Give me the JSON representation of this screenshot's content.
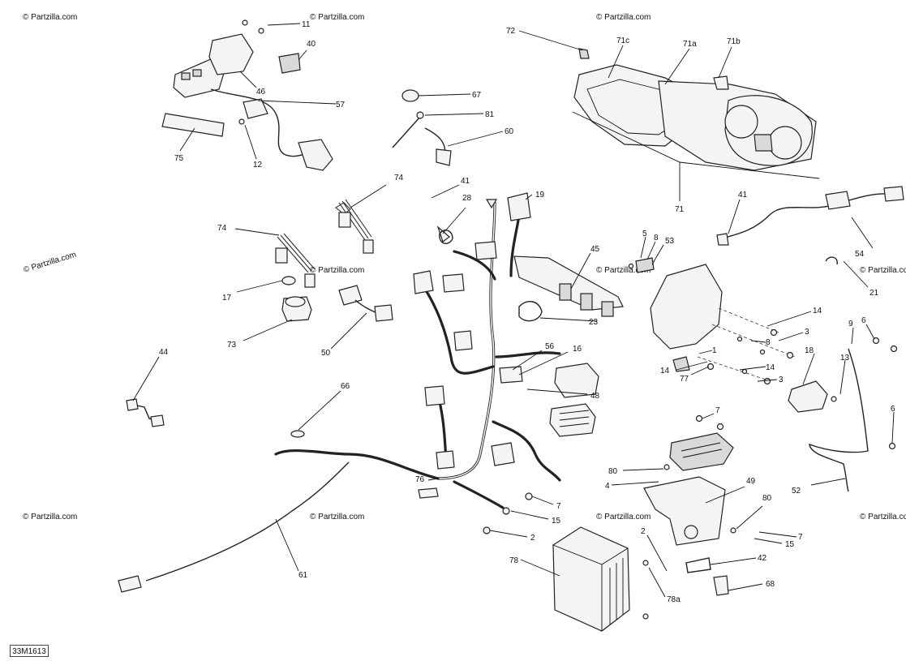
{
  "diagram_code": "33M1613",
  "watermark": "© Partzilla.com",
  "callouts": {
    "c11": "11",
    "c40": "40",
    "c46": "46",
    "c57": "57",
    "c75": "75",
    "c12": "12",
    "c67": "67",
    "c81": "81",
    "c60": "60",
    "c72": "72",
    "c71c": "71c",
    "c71a": "71a",
    "c71b": "71b",
    "c71": "71",
    "c74a": "74",
    "c74b": "74",
    "c41a": "41",
    "c28": "28",
    "c19": "19",
    "c41b": "41",
    "c54": "54",
    "c17": "17",
    "c73": "73",
    "c50": "50",
    "c5": "5",
    "c8a": "8",
    "c53": "53",
    "c45": "45",
    "c21": "21",
    "c23": "23",
    "c14a": "14",
    "c3a": "3",
    "c8b": "8",
    "c9": "9",
    "c6a": "6",
    "c13": "13",
    "c44": "44",
    "c56": "56",
    "c16": "16",
    "c1": "1",
    "c14b": "14",
    "c14c": "14",
    "c18": "18",
    "c77": "77",
    "c3b": "3",
    "c66": "66",
    "c48": "48",
    "c7a": "7",
    "c6b": "6",
    "c76": "76",
    "c7b": "7",
    "c15a": "15",
    "c80a": "80",
    "c4": "4",
    "c49": "49",
    "c52": "52",
    "c80b": "80",
    "c2a": "2",
    "c2b": "2",
    "c7c": "7",
    "c15b": "15",
    "c61": "61",
    "c78": "78",
    "c42": "42",
    "c78a": "78a",
    "c68": "68"
  }
}
